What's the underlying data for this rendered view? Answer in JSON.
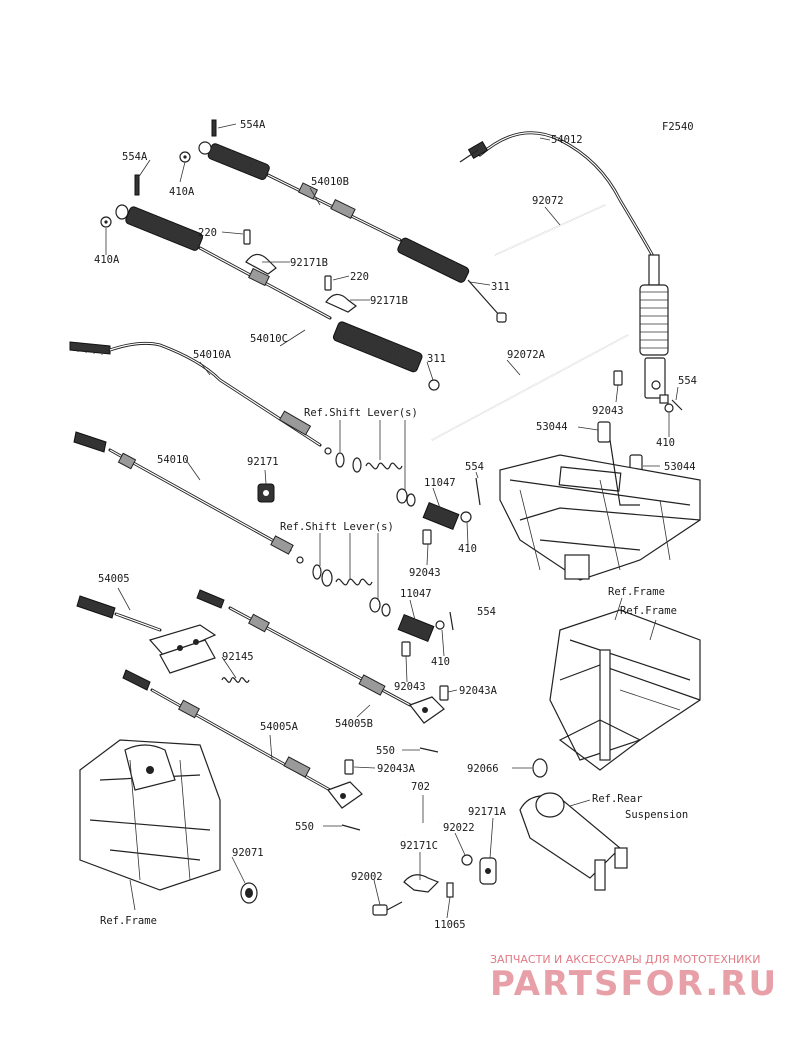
{
  "figure_code": "F2540",
  "labels": {
    "l_554A_a": "554A",
    "l_554A_b": "554A",
    "l_410A_a": "410A",
    "l_410A_b": "410A",
    "l_54010B": "54010B",
    "l_220_a": "220",
    "l_220_b": "220",
    "l_92171B_a": "92171B",
    "l_92171B_b": "92171B",
    "l_311_a": "311",
    "l_311_b": "311",
    "l_54010C": "54010C",
    "l_54010A": "54010A",
    "l_54012": "54012",
    "l_92072": "92072",
    "l_92072A": "92072A",
    "l_554_a": "554",
    "l_554_b": "554",
    "l_554_c": "554",
    "l_92043_a": "92043",
    "l_92043_b": "92043",
    "l_92043_c": "92043",
    "l_410_a": "410",
    "l_410_b": "410",
    "l_410_c": "410",
    "l_53044_a": "53044",
    "l_53044_b": "53044",
    "l_ref_shift_1": "Ref.Shift Lever(s)",
    "l_ref_shift_2": "Ref.Shift Lever(s)",
    "l_11047_a": "11047",
    "l_11047_b": "11047",
    "l_54010": "54010",
    "l_92171": "92171",
    "l_54005": "54005",
    "l_92145": "92145",
    "l_ref_frame_1": "Ref.Frame",
    "l_ref_frame_2": "Ref.Frame",
    "l_ref_frame_3": "Ref.Frame",
    "l_92043A_a": "92043A",
    "l_92043A_b": "92043A",
    "l_54005B": "54005B",
    "l_54005A": "54005A",
    "l_550_a": "550",
    "l_550_b": "550",
    "l_92066": "92066",
    "l_702": "702",
    "l_92171A": "92171A",
    "l_ref_rear_1": "Ref.Rear",
    "l_ref_rear_2": "Suspension",
    "l_92022": "92022",
    "l_92171C": "92171C",
    "l_92002": "92002",
    "l_11065": "11065",
    "l_92071": "92071"
  },
  "watermark": {
    "tagline": "ЗАПЧАСТИ И АКСЕССУАРЫ ДЛЯ МОТОТЕХНИКИ",
    "brand": "PARTSFOR.RU"
  },
  "colors": {
    "ink": "#222222",
    "watermark": "#e8a0a8"
  }
}
